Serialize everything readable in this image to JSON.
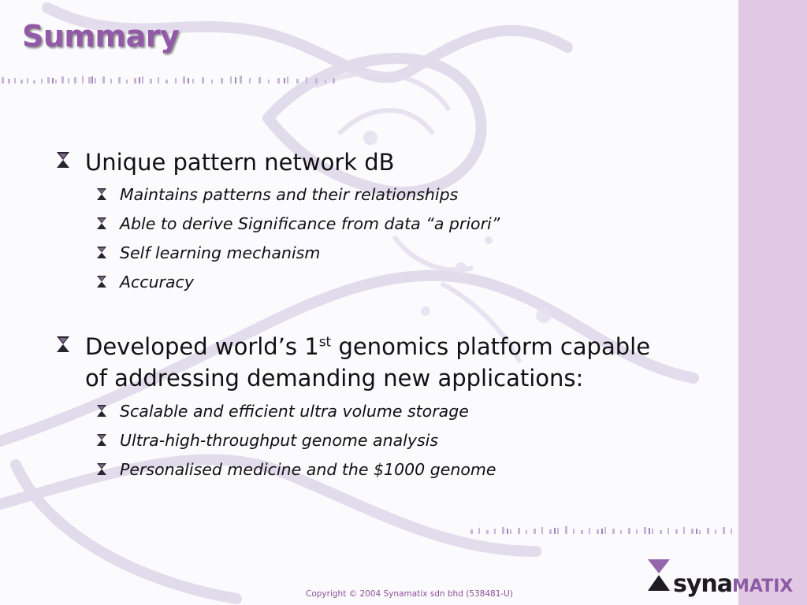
{
  "slide": {
    "title": "Summary",
    "bullets": [
      {
        "text": "Unique pattern network dB",
        "subitems": [
          "Maintains patterns and their relationships",
          "Able to derive Significance from data “a priori”",
          "Self learning mechanism",
          "Accuracy"
        ]
      },
      {
        "text_before_sup": "Developed world’s 1",
        "sup": "st",
        "text_after_sup": " genomics platform capable",
        "text_line2": "of addressing demanding new applications:",
        "subitems": [
          "Scalable and efficient ultra volume storage",
          "Ultra-high-throughput genome analysis",
          "Personalised medicine and the $1000 genome"
        ]
      }
    ]
  },
  "footer": {
    "copyright": "Copyright © 2004 Synamatix sdn bhd (538481-U)"
  },
  "logo": {
    "part1": "syna",
    "part2": "MATIX"
  },
  "colors": {
    "title": "#9159a6",
    "side_strip": "#e2c9e3",
    "bullet_glyph": "#2b2430",
    "copyright": "#8c4f9a",
    "logo_accent": "#8a5ba3"
  }
}
